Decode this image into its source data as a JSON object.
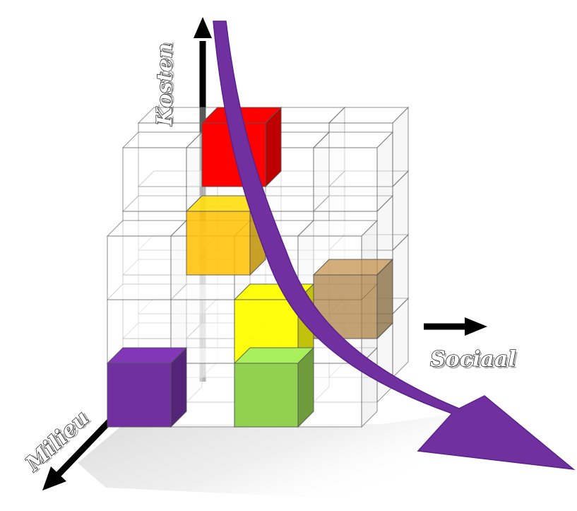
{
  "diagram": {
    "axes": {
      "cost_label": "Kosten",
      "social_label": "Sociaal",
      "environment_label": "Milieu"
    },
    "colors": {
      "cost": "#ff0000",
      "orange": "#ffc000",
      "yellow": "#ffff00",
      "brown": "#a87a3a",
      "green": "#92d050",
      "purple": "#7030a0",
      "arrow": "#7030a0"
    }
  }
}
